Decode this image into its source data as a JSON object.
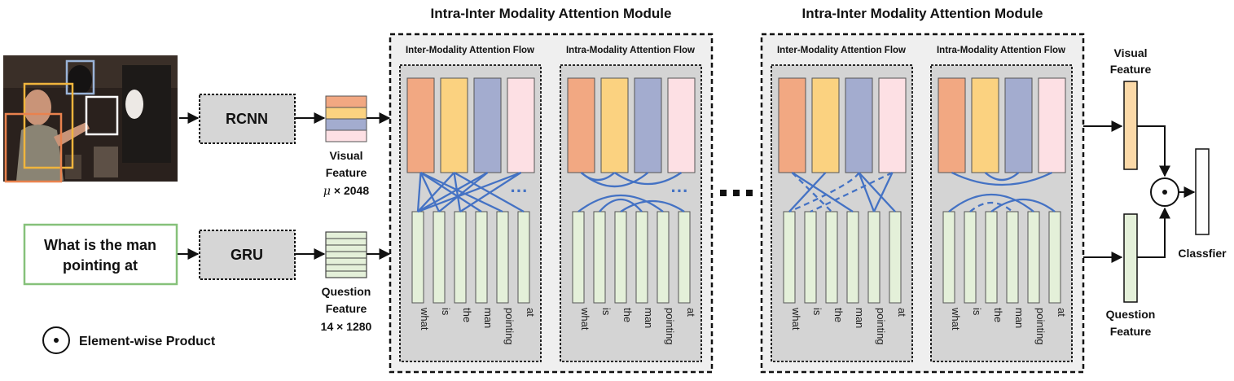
{
  "modules": [
    {
      "title": "Intra-Inter Modality Attention Module",
      "inter_flow": "Inter-Modality Attention Flow",
      "intra_flow": "Intra-Modality Attention Flow"
    },
    {
      "title": "Intra-Inter Modality Attention Module",
      "inter_flow": "Inter-Modality Attention Flow",
      "intra_flow": "Intra-Modality Attention Flow"
    }
  ],
  "words": [
    "what",
    "is",
    "the",
    "man",
    "pointing",
    "at"
  ],
  "rcnn_label": "RCNN",
  "gru_label": "GRU",
  "question_text": {
    "line1": "What is the man",
    "line2": "pointing at"
  },
  "visual_feature_label": {
    "line1": "Visual",
    "line2": "Feature",
    "line3_mu": "μ",
    "line3_rest": " × 2048"
  },
  "question_feature_label": {
    "line1": "Question",
    "line2": "Feature",
    "line3": "14 × 1280"
  },
  "right_visual_label": {
    "line1": "Visual",
    "line2": "Feature"
  },
  "right_question_label": {
    "line1": "Question",
    "line2": "Feature"
  },
  "classifier_label": "Classfier",
  "legend_label": "Element-wise Product",
  "colors": {
    "orange": "#f2a882",
    "yellow": "#fbd280",
    "blue": "#a3accf",
    "pink": "#fde0e4",
    "green": "#e4f0d9",
    "attention": "#4472c4",
    "gray_panel": "#d4d4d4",
    "module_bg": "#efefef",
    "question_border": "#86c17a"
  },
  "icons": [
    "ellipsis-dots",
    "element-wise-product-symbol",
    "arrow-right"
  ]
}
